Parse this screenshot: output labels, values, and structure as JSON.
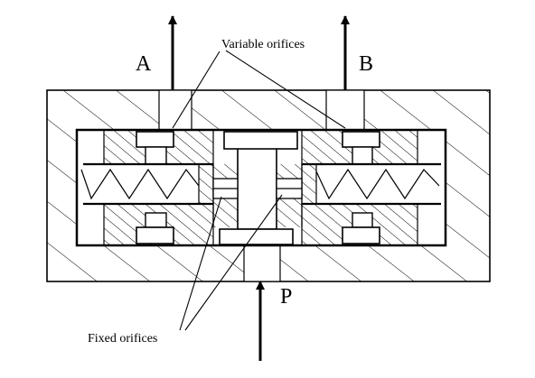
{
  "ports": {
    "a": "A",
    "b": "B",
    "p": "P"
  },
  "annotations": {
    "variable": "Variable orifices",
    "fixed": "Fixed orifices"
  },
  "colors": {
    "line": "#000000",
    "background": "#ffffff"
  }
}
